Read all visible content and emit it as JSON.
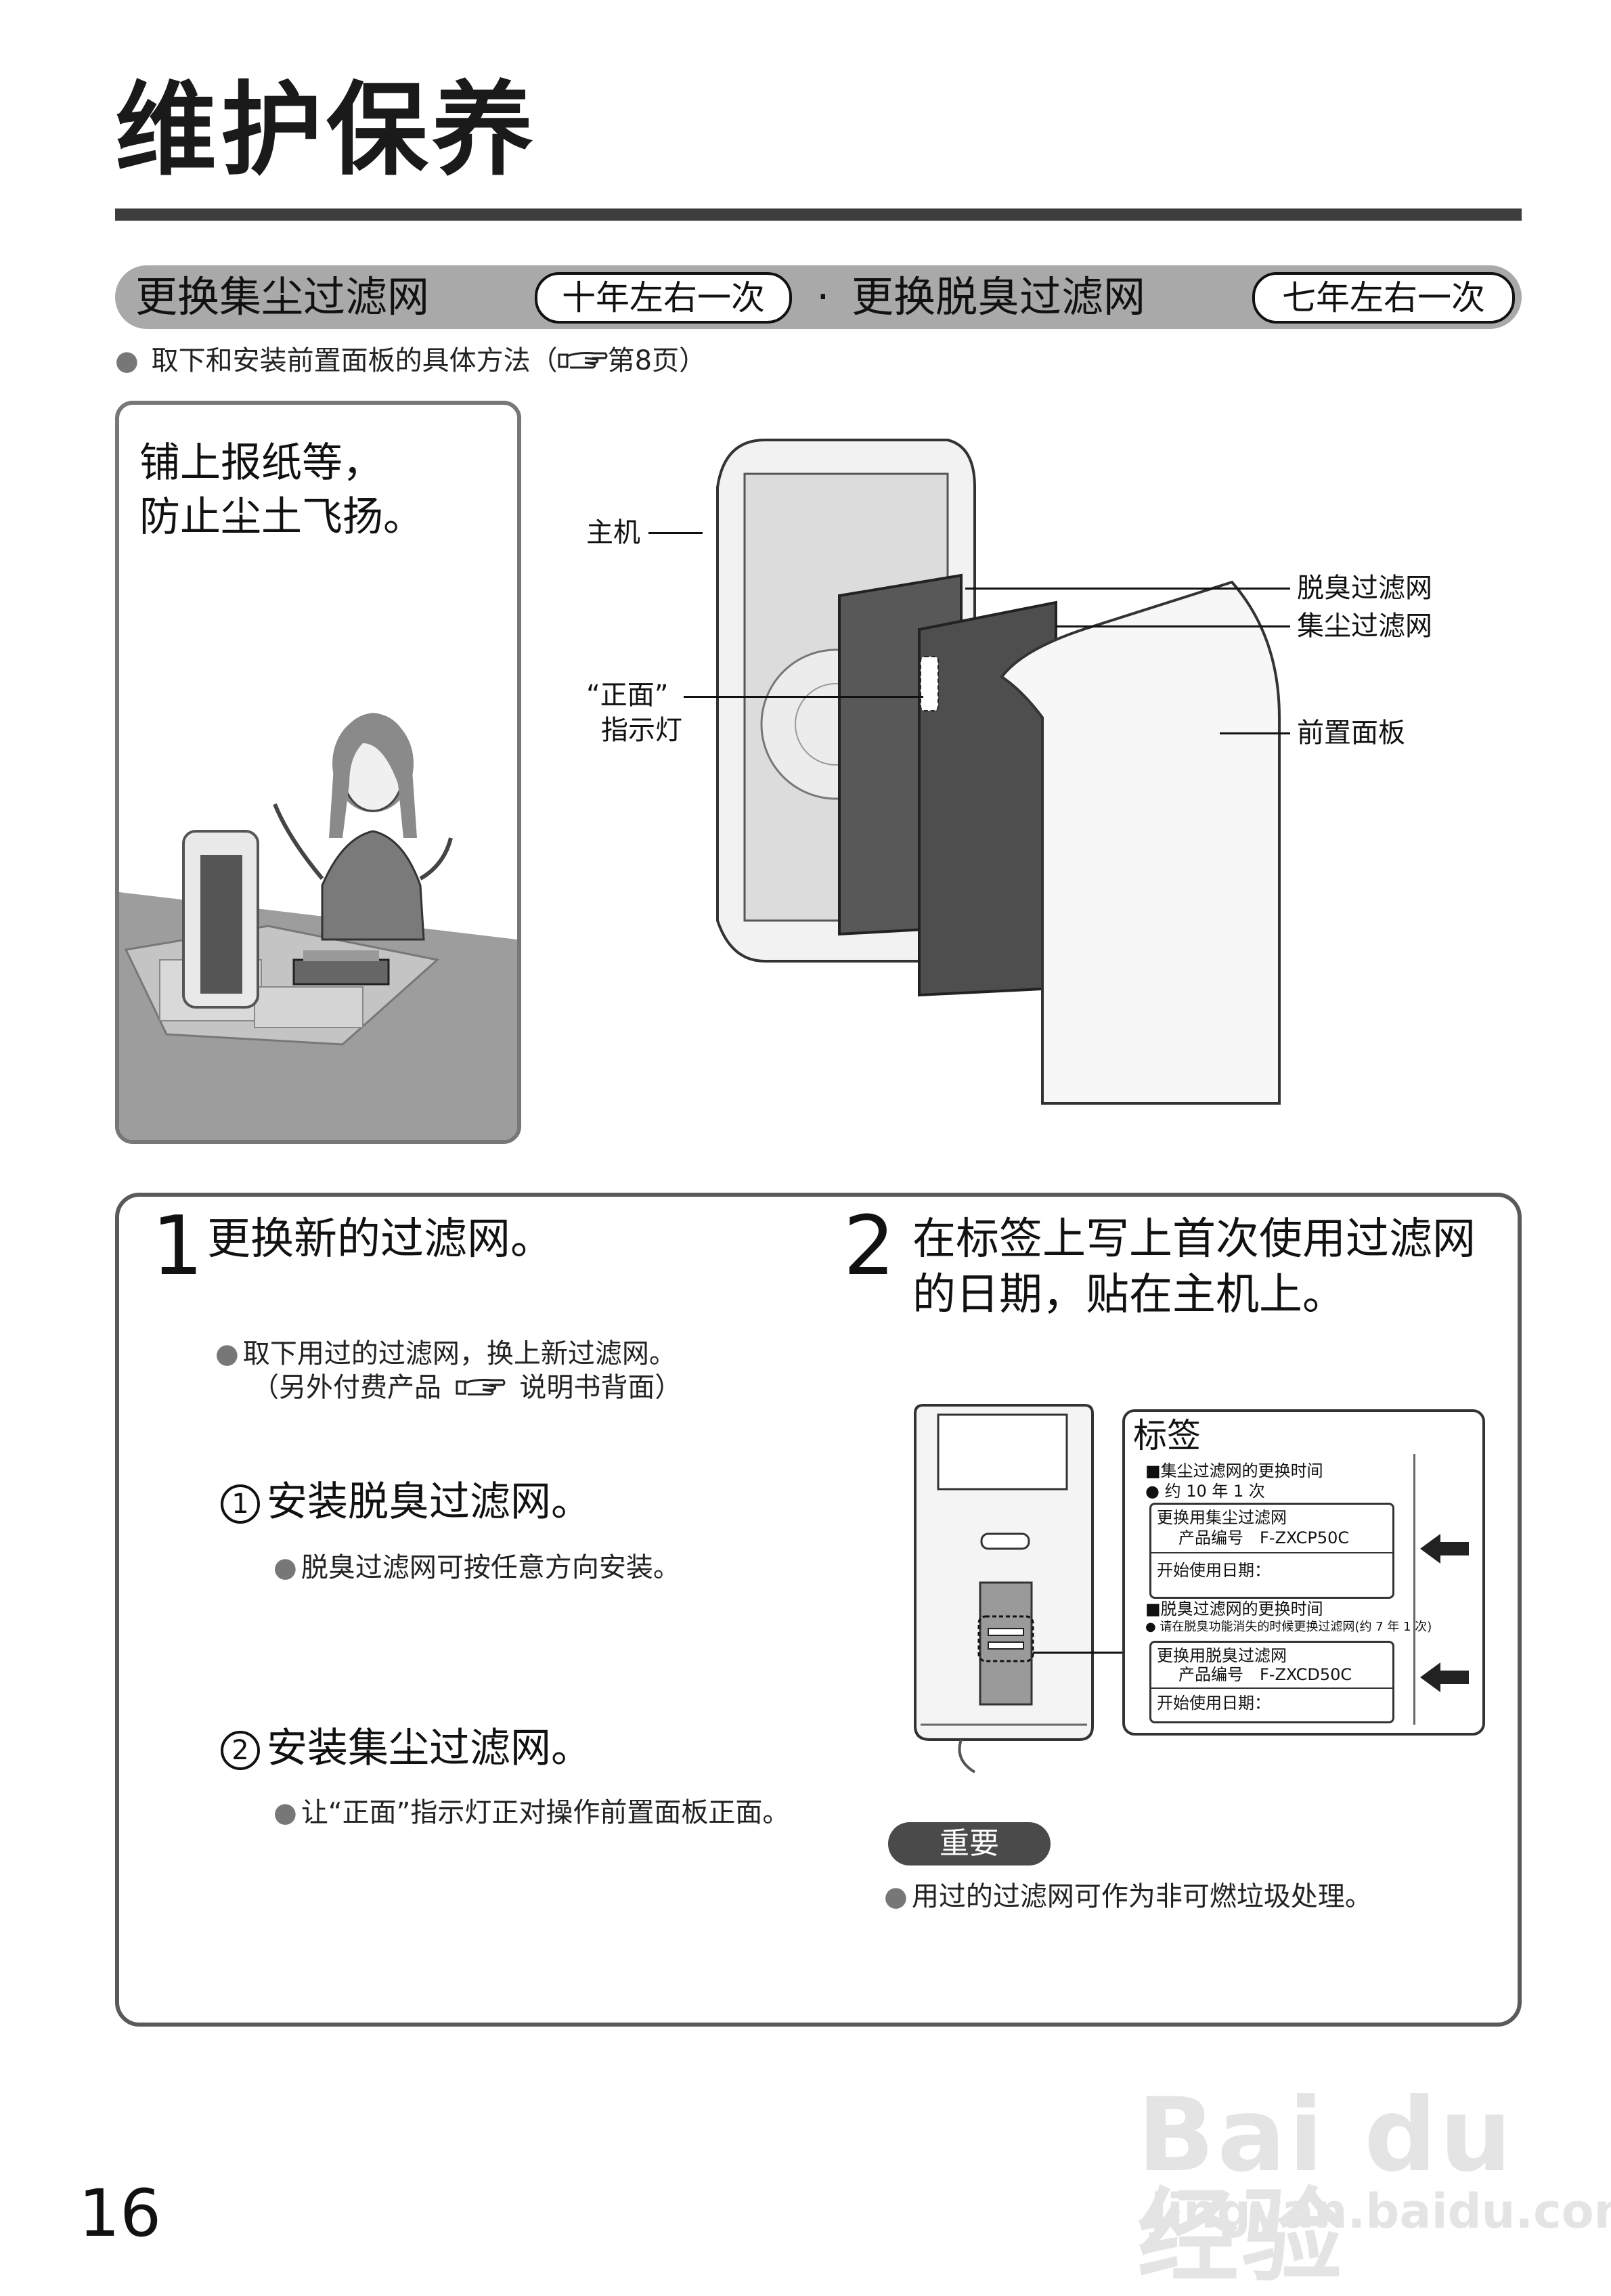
{
  "page": {
    "title": "维护保养",
    "page_number": "16"
  },
  "header": {
    "item1": "更换集尘过滤网",
    "freq1": "十年左右一次",
    "separator": "·",
    "item2": "更换脱臭过滤网",
    "freq2": "七年左右一次"
  },
  "note": {
    "text_before": "取下和安装前置面板的具体方法（",
    "ref_icon": "pointing-hand-icon",
    "text_after": "第8页）"
  },
  "left_panel": {
    "line1": "铺上报纸等，",
    "line2": "防止尘土飞扬。"
  },
  "diagram": {
    "main_unit": "主机",
    "deodor_filter": "脱臭过滤网",
    "dust_filter": "集尘过滤网",
    "front_ind_line1": "“正面”",
    "front_ind_line2": "指示灯",
    "front_panel": "前置面板"
  },
  "step1": {
    "number": "1",
    "title": "更换新的过滤网。",
    "note1": "取下用过的过滤网，换上新过滤网。",
    "note2_before": "（另外付费产品 ",
    "note2_after": " 说明书背面）",
    "sub1_num": "1",
    "sub1_title": "安装脱臭过滤网。",
    "sub1_note": "脱臭过滤网可按任意方向安装。",
    "sub2_num": "2",
    "sub2_title": "安装集尘过滤网。",
    "sub2_note": "让“正面”指示灯正对操作前置面板正面。"
  },
  "step2": {
    "number": "2",
    "title_line1": "在标签上写上首次使用过滤网",
    "title_line2": "的日期，贴在主机上。"
  },
  "label_card": {
    "title": "标签",
    "dust_header": "■集尘过滤网的更换时间",
    "dust_interval": "● 约 10 年 1 次",
    "dust_replace": "更换用集尘过滤网",
    "dust_model_label": "产品编号",
    "dust_model": "F-ZXCP50C",
    "dust_start": "开始使用日期：",
    "deo_header": "■脱臭过滤网的更换时间",
    "deo_interval": "● 请在脱臭功能消失的时候更换过滤网(约 7 年 1 次)",
    "deo_replace": "更换用脱臭过滤网",
    "deo_model_label": "产品编号",
    "deo_model": "F-ZXCD50C",
    "deo_start": "开始使用日期："
  },
  "important": {
    "badge": "重要",
    "note": "用过的过滤网可作为非可燃垃圾处理。"
  },
  "watermark": {
    "line1": "Bai du 经验",
    "line2": "jingyan.baidu.com"
  }
}
